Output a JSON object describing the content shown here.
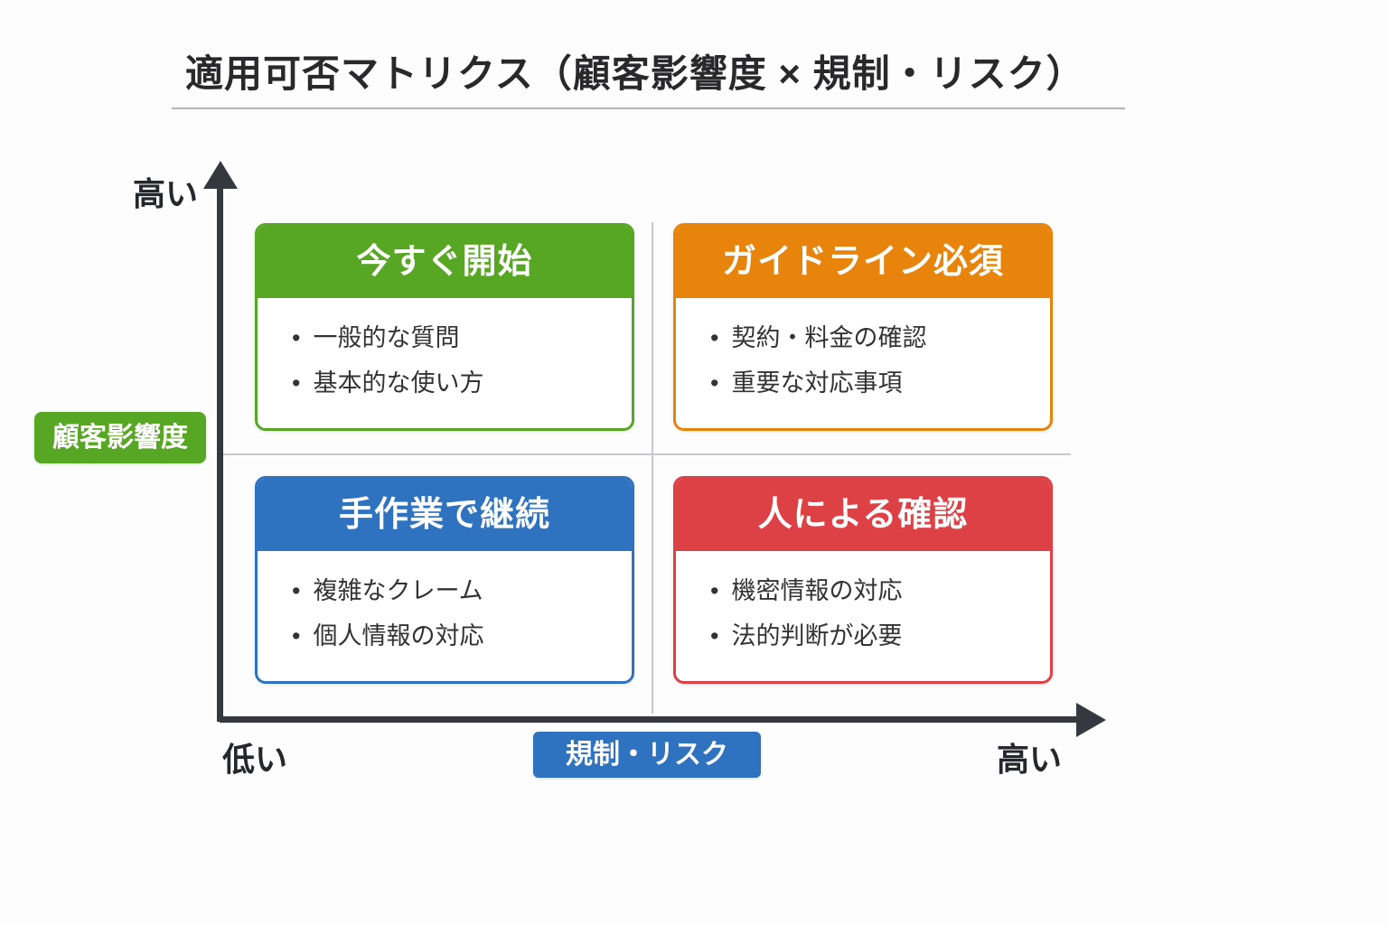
{
  "title": "適用可否マトリクス（顧客影響度 × 規制・リスク）",
  "ui": {
    "bullet": "•"
  },
  "axes": {
    "y_badge": "顧客影響度",
    "y_badge_color": "#58A724",
    "y_high": "高い",
    "x_badge": "規制・リスク",
    "x_badge_color": "#2E72C0",
    "x_low": "低い",
    "x_high": "高い",
    "axis_color": "#35393F",
    "divider_color": "#C8C8CC"
  },
  "quadrants": [
    {
      "position": "top-left",
      "title": "今すぐ開始",
      "color": "#58A724",
      "items": [
        "一般的な質問",
        "基本的な使い方"
      ]
    },
    {
      "position": "top-right",
      "title": "ガイドライン必須",
      "color": "#E8830B",
      "items": [
        "契約・料金の確認",
        "重要な対応事項"
      ]
    },
    {
      "position": "bottom-left",
      "title": "手作業で継続",
      "color": "#2E72C0",
      "items": [
        "複雑なクレーム",
        "個人情報の対応"
      ]
    },
    {
      "position": "bottom-right",
      "title": "人による確認",
      "color": "#DD4145",
      "items": [
        "機密情報の対応",
        "法的判断が必要"
      ]
    }
  ]
}
